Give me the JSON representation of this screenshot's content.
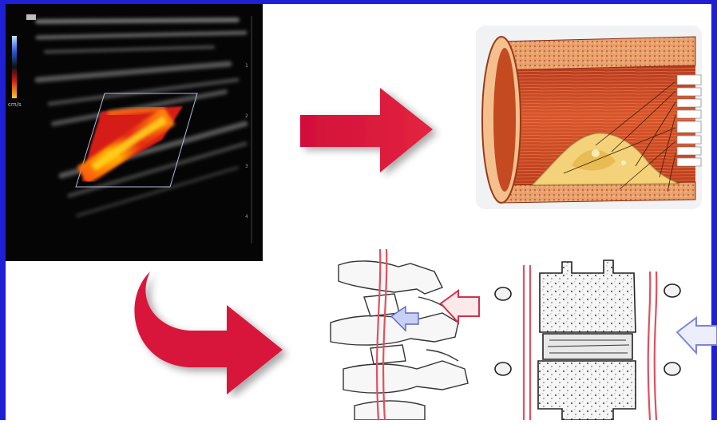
{
  "ultrasound": {
    "scale_label": "cm/s",
    "depth_ticks": [
      "1",
      "2",
      "3",
      "4"
    ]
  },
  "artery_diagram": {
    "labels": [
      "",
      "",
      "",
      "",
      "",
      "",
      "",
      ""
    ]
  },
  "colors": {
    "border": "#1f1fd6",
    "arrow_red": "#d6143c",
    "spine_red": "#e04a5a",
    "spine_blue": "#7b86d8"
  },
  "icons": [
    "arrow-right-icon",
    "curved-arrow-icon",
    "red-compression-arrow",
    "blue-compression-arrow"
  ]
}
